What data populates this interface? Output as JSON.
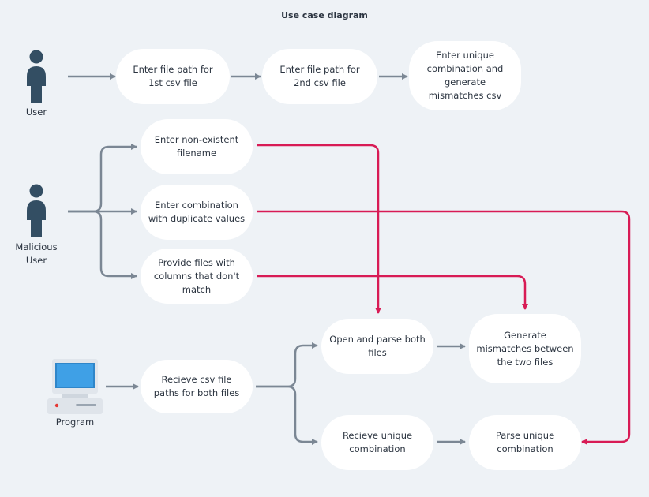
{
  "title": "Use case diagram",
  "actors": {
    "user": "User",
    "malicious": "Malicious\nUser",
    "program": "Program"
  },
  "nodes": {
    "path1": "Enter file path for\n1st csv file",
    "path2": "Enter file path for\n2nd csv file",
    "unique_generate": "Enter unique\ncombination and\ngenerate\nmismatches csv",
    "nonexistent": "Enter non-existent\nfilename",
    "duplicate": "Enter combination\nwith duplicate values",
    "columns": "Provide files with\ncolumns that don't\nmatch",
    "receive_paths": "Recieve csv file\npaths for both files",
    "open_parse": "Open and parse both\nfiles",
    "generate_mismatch": "Generate\nmismatches between\nthe two files",
    "receive_unique": "Recieve unique\ncombination",
    "parse_unique": "Parse unique\ncombination"
  },
  "colors": {
    "background": "#eef2f6",
    "node": "#ffffff",
    "flow_arrow": "#7b8794",
    "malicious_arrow": "#d81b55",
    "actor": "#334e63"
  },
  "icons": {
    "user": "person-icon",
    "malicious": "person-icon",
    "program": "computer-icon"
  }
}
